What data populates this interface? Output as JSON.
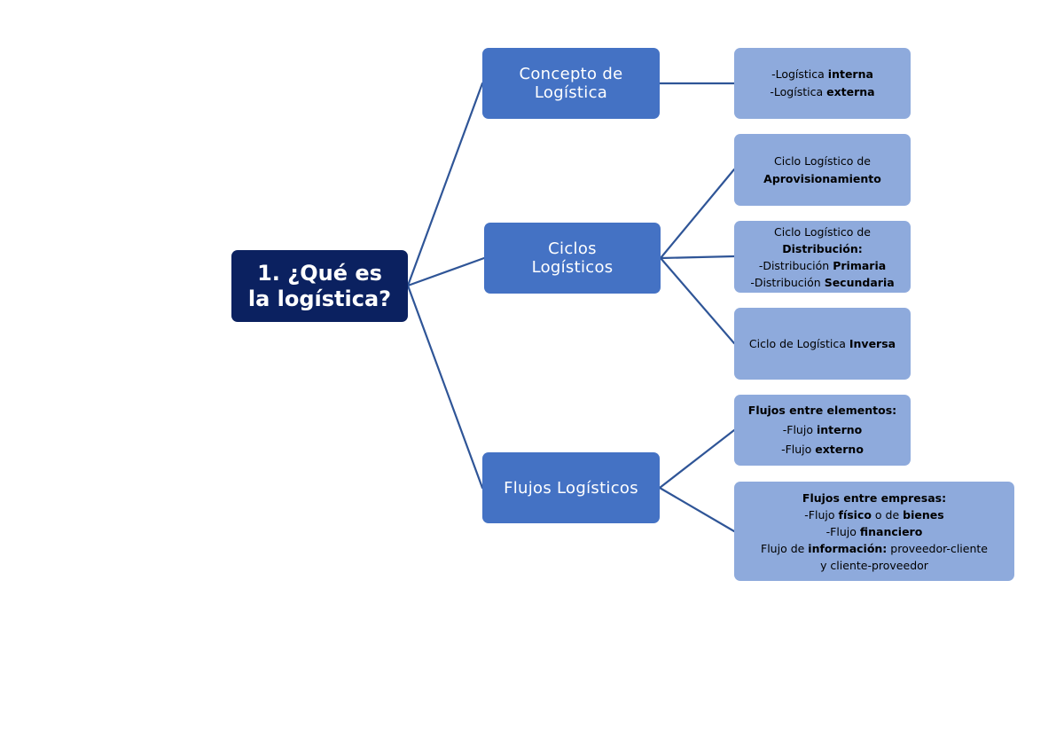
{
  "root": {
    "line1": "1. ¿Qué es",
    "line2": "la logística?"
  },
  "branches": [
    {
      "line1": "Concepto de",
      "line2": "Logística"
    },
    {
      "line1": "Ciclos",
      "line2": "Logísticos"
    },
    {
      "line1": "Flujos Logísticos"
    }
  ],
  "leaves": {
    "concepto": {
      "l1a": "-Logística ",
      "l1b": "interna",
      "l2a": "-Logística ",
      "l2b": "externa"
    },
    "aprovisionamiento": {
      "l1": "Ciclo Logístico de",
      "l2": "Aprovisionamiento"
    },
    "distribucion": {
      "l1": "Ciclo Logístico de",
      "l2": "Distribución:",
      "l3a": "-Distribución ",
      "l3b": "Primaria",
      "l4a": "-Distribución ",
      "l4b": "Secundaria"
    },
    "inversa": {
      "l1a": "Ciclo de Logística ",
      "l1b": "Inversa"
    },
    "flujos_elementos": {
      "l1": "Flujos entre elementos:",
      "l2a": "-Flujo ",
      "l2b": "interno",
      "l3a": "-Flujo ",
      "l3b": "externo"
    },
    "flujos_empresas": {
      "l1": "Flujos entre empresas:",
      "l2a": "-Flujo ",
      "l2b": "físico",
      "l2c": " o de ",
      "l2d": "bienes",
      "l3a": "-Flujo ",
      "l3b": "financiero",
      "l4a": "Flujo de ",
      "l4b": "información:",
      "l4c": " proveedor-cliente",
      "l5": "y cliente-proveedor"
    }
  },
  "colors": {
    "root_fill": "#0b2160",
    "branch_fill": "#4472c4",
    "leaf_fill": "#8eaadc",
    "connector": "#2f5597"
  }
}
